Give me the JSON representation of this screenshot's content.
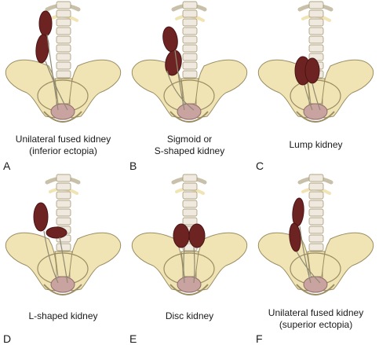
{
  "colors": {
    "bone_fill": "#f1e4b4",
    "bone_stroke": "#9b8d63",
    "vertebra": "#efe9e0",
    "kidney": "#6e2323",
    "kidney_dark": "#4a1414",
    "bladder": "#c9a3a0",
    "ureter": "#8e8a73",
    "text": "#1a1a1a"
  },
  "panels": [
    {
      "letter": "A",
      "caption_lines": [
        "Unilateral fused kidney",
        "(inferior ectopia)"
      ],
      "variant": "unilateral-inferior"
    },
    {
      "letter": "B",
      "caption_lines": [
        "Sigmoid or",
        "S-shaped kidney"
      ],
      "variant": "sigmoid"
    },
    {
      "letter": "C",
      "caption_lines": [
        "Lump kidney",
        ""
      ],
      "variant": "lump"
    },
    {
      "letter": "D",
      "caption_lines": [
        "L-shaped kidney",
        ""
      ],
      "variant": "l-shaped"
    },
    {
      "letter": "E",
      "caption_lines": [
        "Disc kidney",
        ""
      ],
      "variant": "disc"
    },
    {
      "letter": "F",
      "caption_lines": [
        "Unilateral fused kidney",
        "(superior ectopia)"
      ],
      "variant": "unilateral-superior"
    }
  ]
}
